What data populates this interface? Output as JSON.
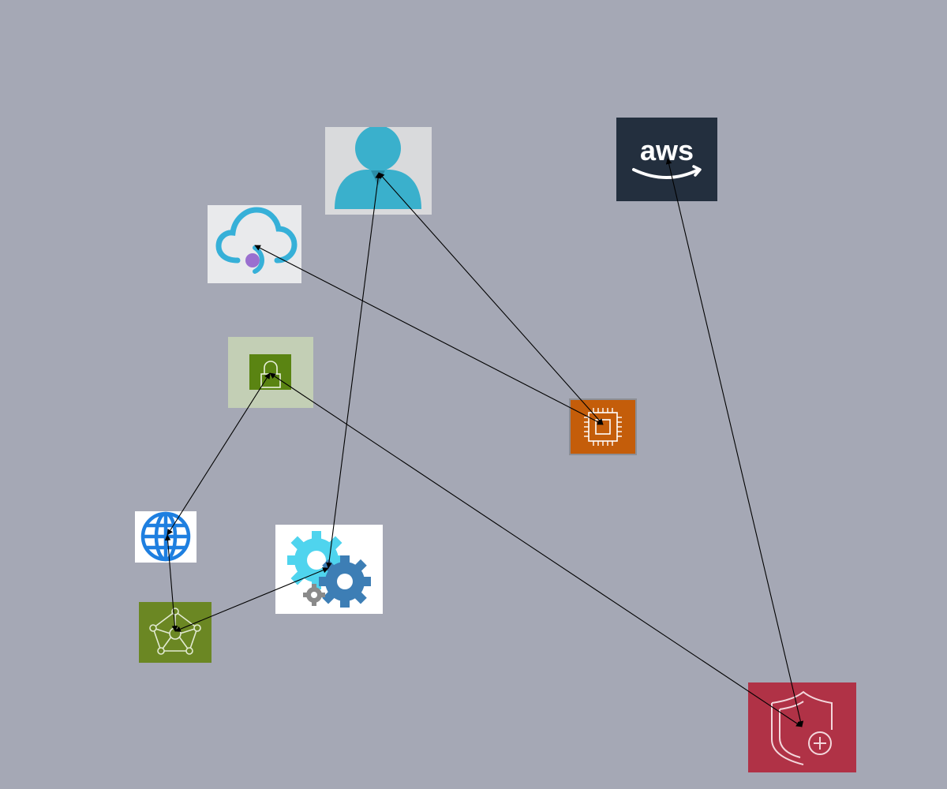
{
  "diagram": {
    "background": "#a5a8b5",
    "nodes": [
      {
        "id": "user",
        "icon": "user-icon",
        "color": "#3bb0cc"
      },
      {
        "id": "aws",
        "icon": "aws-logo",
        "label": "aws",
        "color": "#232f3e"
      },
      {
        "id": "cloud",
        "icon": "cloud-endpoint-icon",
        "color": "#36b0d8"
      },
      {
        "id": "lock",
        "icon": "lock-icon",
        "color": "#5a8412"
      },
      {
        "id": "chip",
        "icon": "chip-icon",
        "color": "#c45d0a"
      },
      {
        "id": "globe",
        "icon": "globe-icon",
        "color": "#1e7fe0"
      },
      {
        "id": "gears",
        "icon": "gears-icon",
        "color": "#3d7eb5"
      },
      {
        "id": "network",
        "icon": "network-icon",
        "color": "#6b8723"
      },
      {
        "id": "shield",
        "icon": "shield-add-icon",
        "color": "#b03246"
      }
    ],
    "edges": [
      {
        "from": "user",
        "to": "chip"
      },
      {
        "from": "chip",
        "to": "cloud"
      },
      {
        "from": "gears",
        "to": "user"
      },
      {
        "from": "network",
        "to": "gears"
      },
      {
        "from": "globe",
        "to": "network"
      },
      {
        "from": "lock",
        "to": "globe"
      },
      {
        "from": "shield",
        "to": "lock"
      },
      {
        "from": "aws",
        "to": "shield"
      }
    ]
  }
}
